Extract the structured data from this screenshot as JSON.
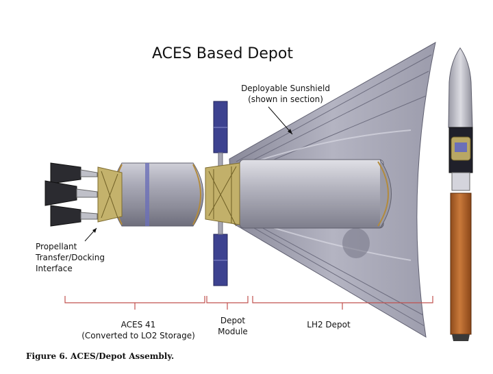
{
  "diagram": {
    "title": "ACES Based Depot",
    "sunshield_label_line1": "Deployable Sunshield",
    "sunshield_label_line2": "(shown in section)",
    "interface_label_line1": "Propellant",
    "interface_label_line2": "Transfer/Docking",
    "interface_label_line3": "Interface",
    "segments": {
      "aces_line1": "ACES 41",
      "aces_line2": "(Converted to LO2 Storage)",
      "depot_line1": "Depot",
      "depot_line2": "Module",
      "lh2": "LH2 Depot"
    },
    "caption": "Figure 6. ACES/Depot Assembly.",
    "colors": {
      "tank_gray": "#9a9aa6",
      "tank_light": "#d4d4dc",
      "solar_blue": "#3a3f8f",
      "truss_gold": "#b7a35a",
      "rocket_orange": "#b8652a",
      "bracket_red": "#c0504d"
    }
  }
}
